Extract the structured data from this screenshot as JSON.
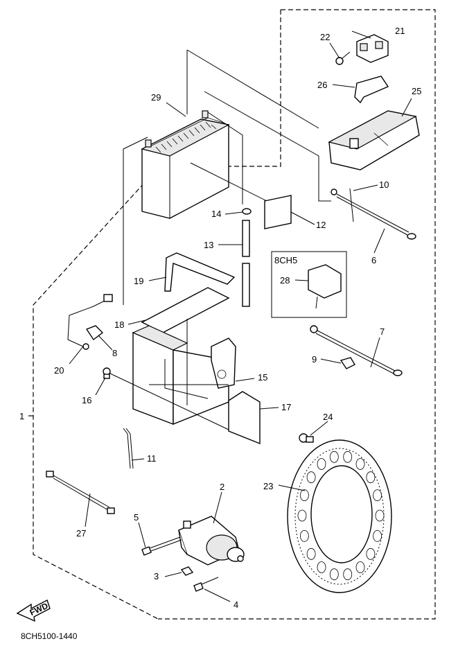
{
  "diagram_code": "8CH5100-1440",
  "fwd_label": "FWD",
  "variant_label": "8CH5",
  "callouts": [
    {
      "id": "c1",
      "text": "1"
    },
    {
      "id": "c2",
      "text": "2"
    },
    {
      "id": "c3",
      "text": "3"
    },
    {
      "id": "c4",
      "text": "4"
    },
    {
      "id": "c5",
      "text": "5"
    },
    {
      "id": "c6",
      "text": "6"
    },
    {
      "id": "c7",
      "text": "7"
    },
    {
      "id": "c8",
      "text": "8"
    },
    {
      "id": "c9",
      "text": "9"
    },
    {
      "id": "c10",
      "text": "10"
    },
    {
      "id": "c11",
      "text": "11"
    },
    {
      "id": "c12",
      "text": "12"
    },
    {
      "id": "c13",
      "text": "13"
    },
    {
      "id": "c14",
      "text": "14"
    },
    {
      "id": "c15",
      "text": "15"
    },
    {
      "id": "c16",
      "text": "16"
    },
    {
      "id": "c17",
      "text": "17"
    },
    {
      "id": "c18",
      "text": "18"
    },
    {
      "id": "c19",
      "text": "19"
    },
    {
      "id": "c20",
      "text": "20"
    },
    {
      "id": "c21",
      "text": "21"
    },
    {
      "id": "c22",
      "text": "22"
    },
    {
      "id": "c23",
      "text": "23"
    },
    {
      "id": "c24",
      "text": "24"
    },
    {
      "id": "c25",
      "text": "25"
    },
    {
      "id": "c26",
      "text": "26"
    },
    {
      "id": "c27",
      "text": "27"
    },
    {
      "id": "c28",
      "text": "28"
    },
    {
      "id": "c29",
      "text": "29"
    }
  ]
}
